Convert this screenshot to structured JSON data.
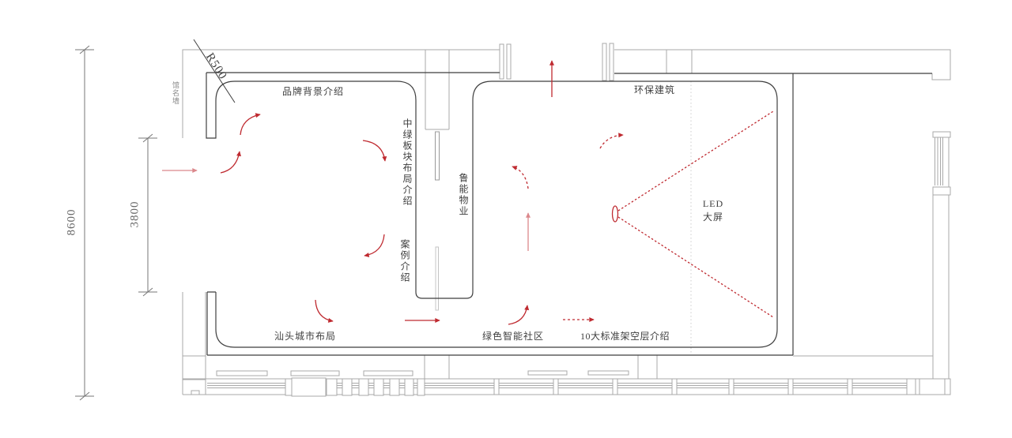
{
  "labels": {
    "wall_name": "馆名墙",
    "radius_note": "R500",
    "brand_intro": "品牌背景介绍",
    "zhonglv_layout": "中绿板块布局介绍",
    "luneng_property": "鲁能物业",
    "case_intro": "案例介绍",
    "eco_building": "环保建筑",
    "led_line1": "LED",
    "led_line2": "大屏",
    "shantou_city": "汕头城市布局",
    "green_community": "绿色智能社区",
    "stilt_floor": "10大标准架空层介绍"
  },
  "dimensions": {
    "overall_height": "8600",
    "entrance_width": "3800"
  },
  "colors": {
    "wall_grey": "#a9a9a9",
    "wall_dark": "#3f3f3f",
    "flow_red": "#bf2a30",
    "flow_red_light": "#db888c",
    "dotted_grey": "#cdcdcd",
    "dimension_grey": "#777777"
  }
}
